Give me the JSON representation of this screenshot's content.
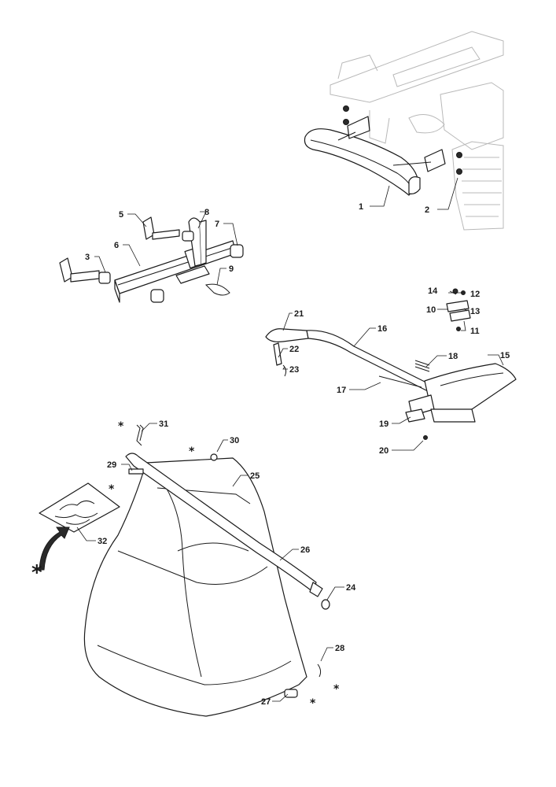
{
  "diagram": {
    "callouts": [
      "1",
      "2",
      "3",
      "5",
      "6",
      "7",
      "8",
      "9",
      "10",
      "11",
      "12",
      "13",
      "14",
      "15",
      "16",
      "17",
      "18",
      "19",
      "20",
      "21",
      "22",
      "23",
      "24",
      "25",
      "26",
      "27",
      "28",
      "29",
      "30",
      "31",
      "32"
    ],
    "marker": "*"
  }
}
